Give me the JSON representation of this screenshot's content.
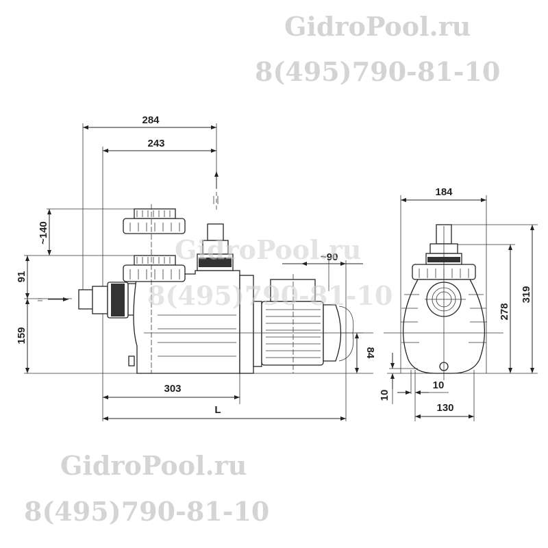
{
  "watermarks": {
    "site": "GidroPool.ru",
    "phone": "8(495)790-81-10"
  },
  "side_view": {
    "dim_284": "284",
    "dim_243": "243",
    "dim_140": "~140",
    "dim_91": "91",
    "dim_159": "159",
    "dim_90": "~90",
    "dim_84": "84",
    "dim_303": "303",
    "dim_L": "L"
  },
  "front_view": {
    "dim_184": "184",
    "dim_319": "319",
    "dim_278": "278",
    "dim_10_h": "10",
    "dim_10_v": "10",
    "dim_130": "130"
  },
  "colors": {
    "line": "#222222",
    "watermark": "#d4d4d4"
  }
}
